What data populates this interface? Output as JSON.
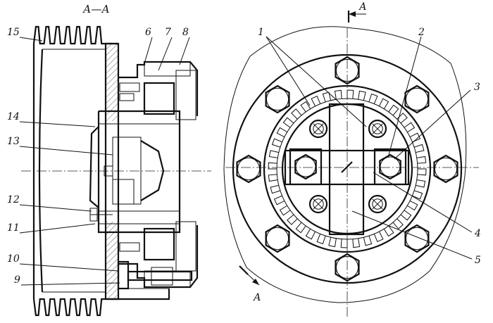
{
  "section_title": "А—А",
  "section_marks": {
    "top": "А",
    "bottom": "А"
  },
  "left_labels": [
    "15",
    "6",
    "7",
    "8",
    "14",
    "13",
    "12",
    "11",
    "10",
    "9"
  ],
  "right_labels": [
    "1",
    "2",
    "3",
    "4",
    "5"
  ],
  "colors": {
    "ink": "#111111",
    "paper": "#ffffff"
  }
}
